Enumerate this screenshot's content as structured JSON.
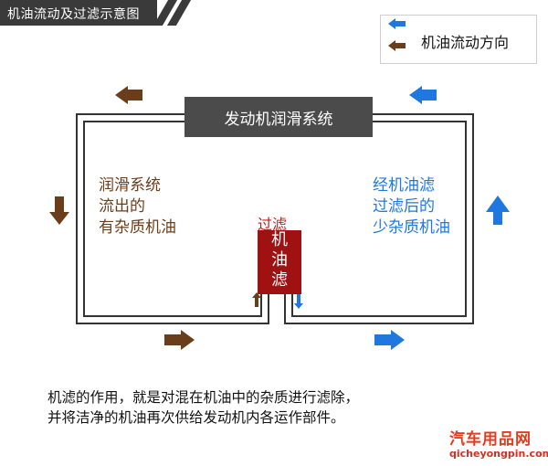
{
  "title": "机油流动及过滤示意图",
  "legend": {
    "label": "机油流动方向",
    "arrow_colors": [
      "#1f78e0",
      "#6b3e1b"
    ]
  },
  "system_label": "发动机润滑系统",
  "left_text": [
    "润滑系统",
    "流出的",
    "有杂质机油"
  ],
  "right_text": [
    "经机油滤",
    "过滤后的",
    "少杂质机油"
  ],
  "filter": {
    "label": "过滤",
    "chars": [
      "机",
      "油",
      "滤"
    ]
  },
  "caption": [
    "机滤的作用，就是对混在机油中的杂质进行滤除，",
    "并将洁净的机油再次供给发动机内各运作部件。"
  ],
  "watermark": {
    "name": "汽车用品网",
    "url": "qicheyongpin.com"
  },
  "colors": {
    "brown": "#6b3e1b",
    "blue": "#1f78e0",
    "filter": "#a01212",
    "dark": "#4b4b4b"
  }
}
